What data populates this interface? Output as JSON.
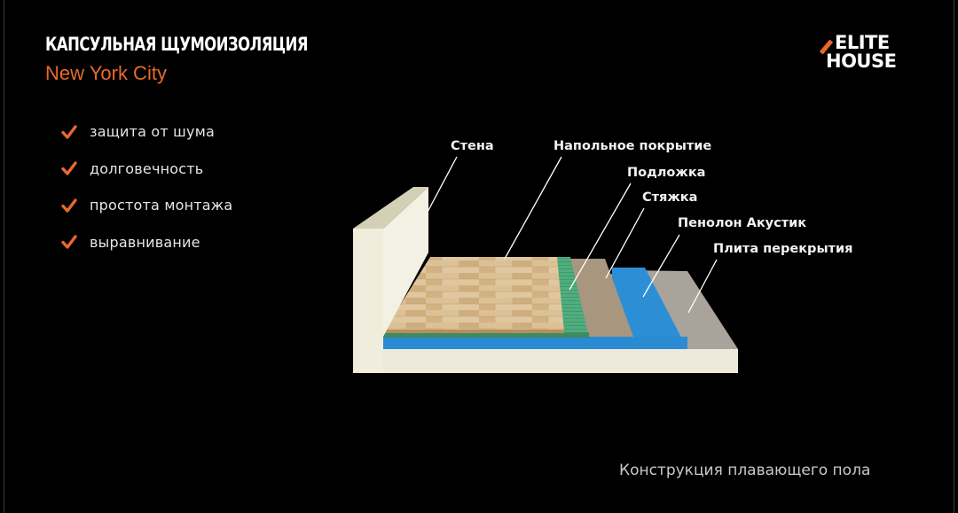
{
  "slide": {
    "title": "КАПСУЛЬНАЯ ЩУМОИЗОЛЯЦИЯ",
    "subtitle": "New York City",
    "logo": {
      "line1": "ELITE",
      "line2": "HOUSE",
      "icon": "slash-mark-icon"
    },
    "caption": "Конструкция плавающего пола"
  },
  "features": [
    {
      "icon": "checkmark-icon",
      "text": "защита от шума"
    },
    {
      "icon": "checkmark-icon",
      "text": "долговечность"
    },
    {
      "icon": "checkmark-icon",
      "text": "простота монтажа"
    },
    {
      "icon": "checkmark-icon",
      "text": "выравнивание"
    }
  ],
  "diagram": {
    "labels": [
      {
        "id": "wall",
        "text": "Стена"
      },
      {
        "id": "floor-covering",
        "text": "Напольное покрытие"
      },
      {
        "id": "underlay",
        "text": "Подложка"
      },
      {
        "id": "screed",
        "text": "Стяжка"
      },
      {
        "id": "penolon",
        "text": "Пенолон Акустик"
      },
      {
        "id": "slab",
        "text": "Плита перекрытия"
      }
    ]
  },
  "colors": {
    "background": "#000000",
    "accent": "#e8692c",
    "wall": "#efecdc",
    "wood": "#d9bb8d",
    "underlay": "#4fae7e",
    "screed": "#a8967f",
    "penolon": "#2c8fd6",
    "slab": "#a9a39b"
  }
}
